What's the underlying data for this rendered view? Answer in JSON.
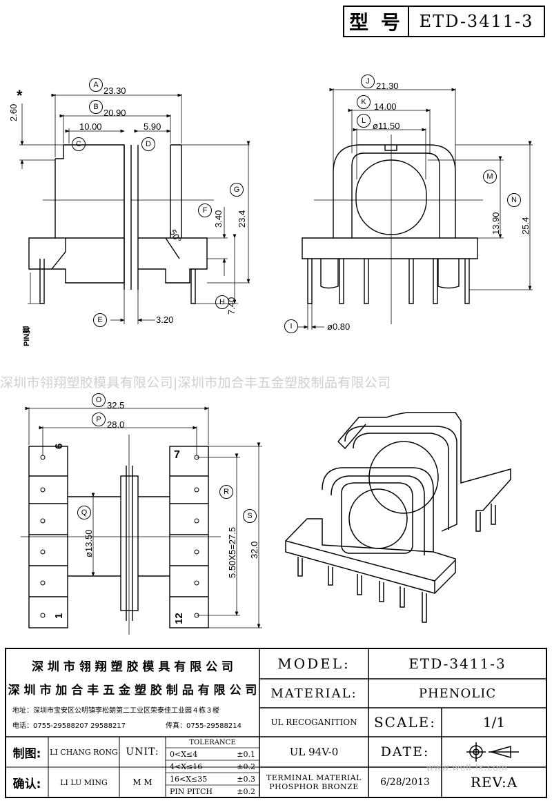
{
  "header": {
    "model_label": "型 号",
    "model_value": "ETD-3411-3"
  },
  "dimensions": {
    "A": "23.30",
    "B": "20.90",
    "C_val": "10.00",
    "D_val": "5.90",
    "star_dim": "2.60",
    "star": "*",
    "F": "3.40",
    "G": "23.4",
    "H": "7.40",
    "E": "3.20",
    "angle": "50°",
    "J": "21.30",
    "K": "14.00",
    "L": "ø11.50",
    "M": "13.90",
    "N": "25.4",
    "I": "ø0.80",
    "O": "32.5",
    "P": "28.0",
    "Q": "ø13.50",
    "R": "5.50X5=27.5",
    "S": "32.0",
    "pin_label": "PIN脚",
    "pin_6": "6",
    "pin_7": "7",
    "pin_1": "1",
    "pin_12": "12"
  },
  "letters": [
    "A",
    "B",
    "C",
    "D",
    "E",
    "F",
    "G",
    "H",
    "I",
    "J",
    "K",
    "L",
    "M",
    "N",
    "O",
    "P",
    "Q",
    "R",
    "S"
  ],
  "watermark": "深圳市翎翔塑胶模具有限公司|深圳市加合丰五金塑胶制品有限公司",
  "title_block": {
    "company1": "深 圳 市 翎 翔 塑 胶 模 具 有 限 公 司",
    "company2": "深 圳 市 加 合 丰 五 金 塑 胶 制 品 有 限 公 司",
    "address": "地址：深圳市宝安区公明镇李松朗第二工业区荣泰佳工业园４栋３楼",
    "phone": "电话：0755-29588207  29588217",
    "fax": "传真：0755-29588214",
    "model_label": "MODEL:",
    "model_value": "ETD-3411-3",
    "material_label": "MATERIAL:",
    "material_value": "PHENOLIC",
    "ul_label": "UL RECOGANITION",
    "ul_value": "UL 94V-0",
    "scale_label": "SCALE:",
    "scale_value": "1/1",
    "date_label": "DATE:",
    "date_value": "6/28/2013",
    "rev_label": "REV:A",
    "terminal_label1": "TERMINAL MATERIAL",
    "terminal_label2": "PHOSPHOR  BRONZE",
    "drawn_label": "制图:",
    "drawn_value": "LI CHANG RONG",
    "check_label": "确认:",
    "check_value": "LI LU MING",
    "unit_label": "UNIT:",
    "unit_value": "M M",
    "tolerance_title": "TOLERANCE",
    "tolerance": [
      {
        "range": "0<X≤4",
        "tol": "±0.1"
      },
      {
        "range": "4<X≤16",
        "tol": "±0.2"
      },
      {
        "range": "16<X≤35",
        "tol": "±0.3"
      },
      {
        "range": "PIN PITCH",
        "tol": "±0.2"
      }
    ],
    "website": "www.well-lx.com"
  }
}
